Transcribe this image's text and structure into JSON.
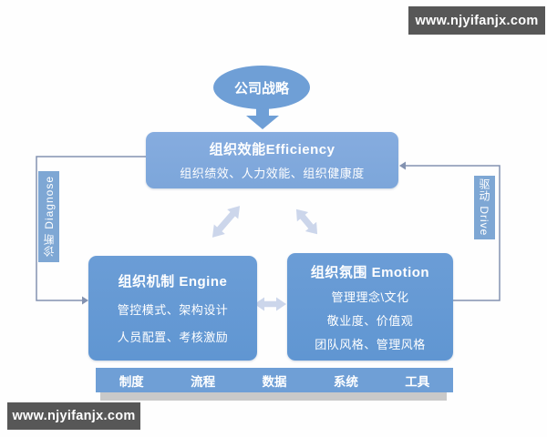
{
  "watermark": {
    "top": "www.njyifanjx.com",
    "bottom": "www.njyifanjx.com"
  },
  "strategy_ellipse": {
    "label": "公司战略"
  },
  "efficiency_box": {
    "title": "组织效能Efficiency",
    "subtitle": "组织绩效、人力效能、组织健康度"
  },
  "side_labels": {
    "left": "诊断 Diagnose",
    "right": "驱动 Drive"
  },
  "engine_box": {
    "title": "组织机制 Engine",
    "lines": [
      "管控模式、架构设计",
      "人员配置、考核激励"
    ]
  },
  "emotion_box": {
    "title": "组织氛围 Emotion",
    "lines": [
      "管理理念\\文化",
      "敬业度、价值观",
      "团队风格、管理风格"
    ]
  },
  "foundation_bar": {
    "items": [
      "制度",
      "流程",
      "数据",
      "系统",
      "工具"
    ]
  },
  "colors": {
    "shape-blue": "#6f9fd6",
    "eff-blue": "#7ca6da",
    "deep-blue": "#6096d2",
    "strip-blue": "#7ea7d4",
    "pale-arrow": "#ccd6eb",
    "line": "#8392b0",
    "bar-shadow": "#c9c9c9",
    "banner-bg": "#575757",
    "text-white": "#ffffff"
  }
}
